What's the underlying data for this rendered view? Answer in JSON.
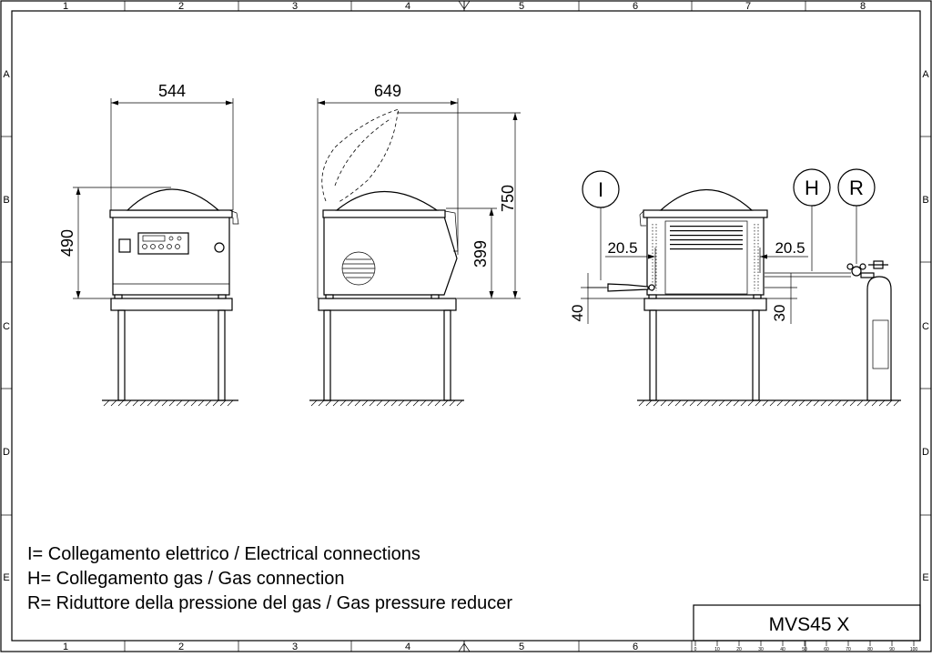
{
  "frame": {
    "columns": [
      "1",
      "2",
      "3",
      "4",
      "5",
      "6",
      "7",
      "8"
    ],
    "rows": [
      "A",
      "B",
      "C",
      "D",
      "E"
    ]
  },
  "dimensions": {
    "front_width": "544",
    "front_height": "490",
    "side_depth": "649",
    "side_height_open": "750",
    "side_height_table": "399",
    "rear_left_offset": "20.5",
    "rear_right_offset": "20.5",
    "rear_elec_height": "40",
    "rear_gas_height": "30"
  },
  "callouts": {
    "electrical": "I",
    "gas": "H",
    "reducer": "R"
  },
  "legend": {
    "line1": "I= Collegamento elettrico / Electrical connections",
    "line2": "H= Collegamento gas / Gas connection",
    "line3": "R= Riduttore della pressione del gas / Gas pressure reducer"
  },
  "title_block": {
    "model": "MVS45 X",
    "scale_ticks": [
      "0",
      "10",
      "20",
      "30",
      "40",
      "50",
      "60",
      "70",
      "80",
      "90",
      "100"
    ]
  }
}
